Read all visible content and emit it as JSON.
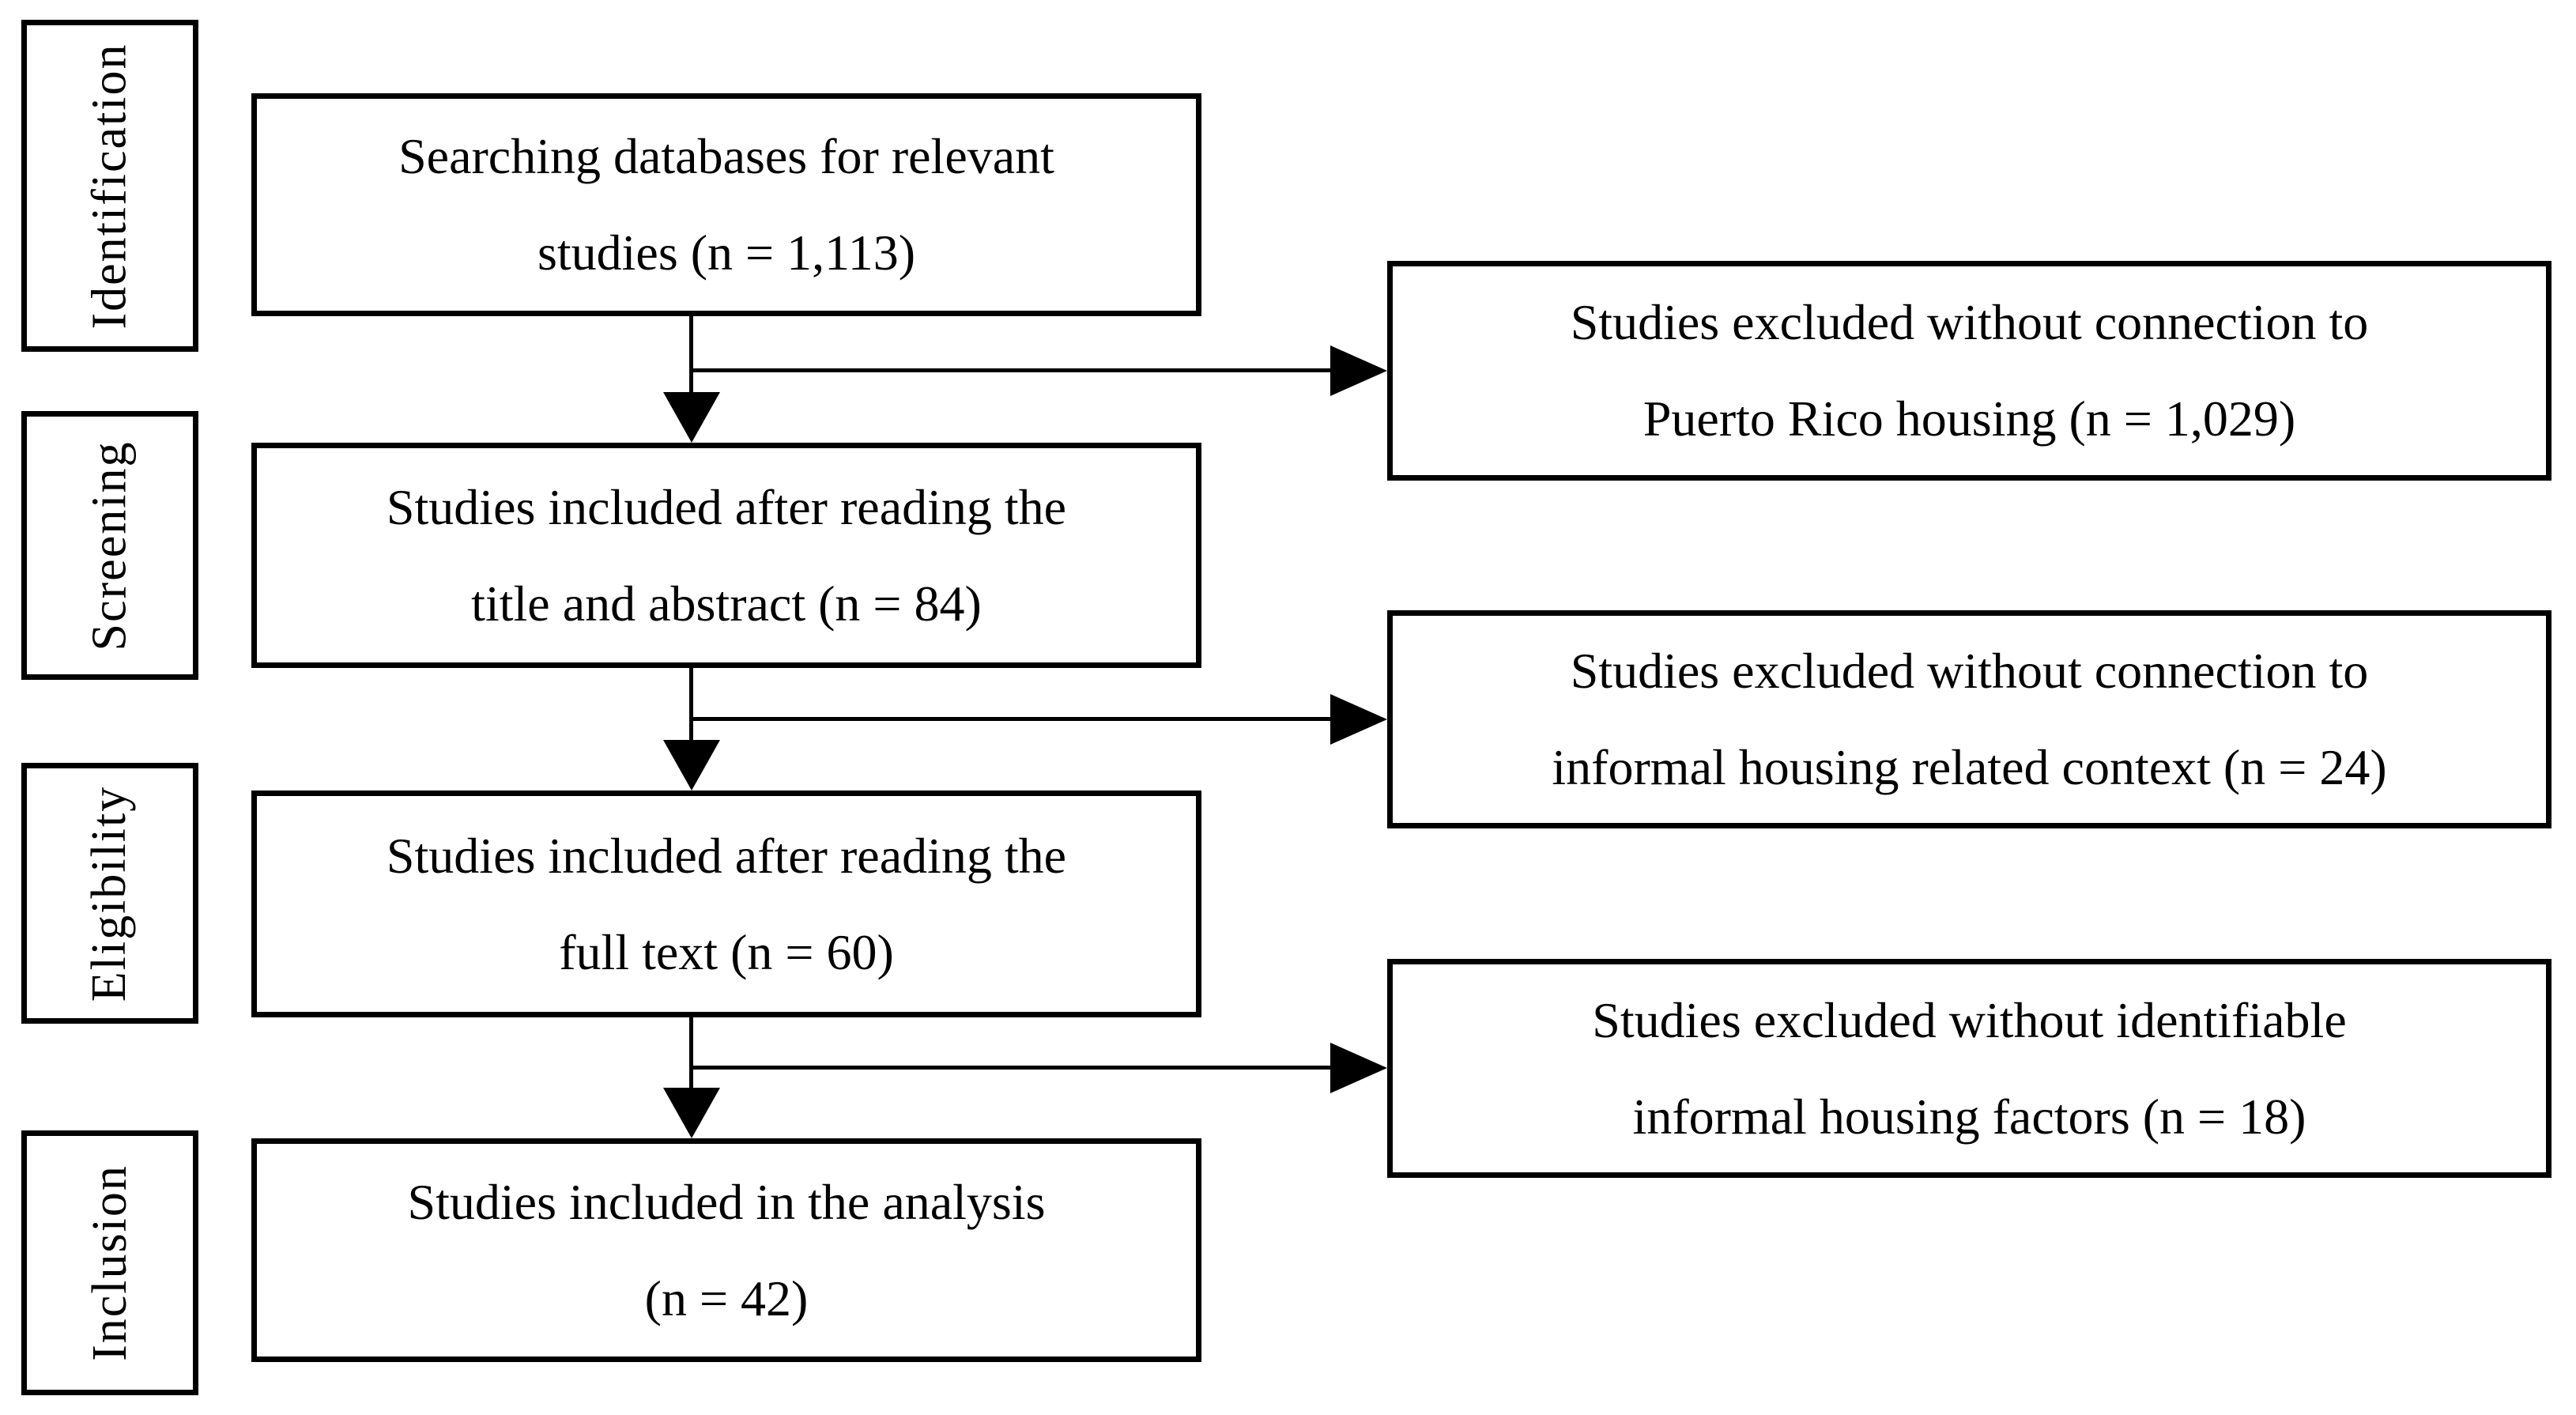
{
  "figure": {
    "type": "prisma-flow-diagram",
    "background_color": "#ffffff",
    "line_color": "#000000",
    "stages": [
      {
        "label": "Identification"
      },
      {
        "label": "Screening"
      },
      {
        "label": "Eligibility"
      },
      {
        "label": "Inclusion"
      }
    ],
    "flow_boxes": [
      {
        "lines": [
          "Searching databases for relevant",
          "studies (n = 1,113)"
        ],
        "n": "1,113"
      },
      {
        "lines": [
          "Studies included after reading the",
          "title and abstract (n = 84)"
        ],
        "n": "84"
      },
      {
        "lines": [
          "Studies included after reading the",
          "full text (n = 60)"
        ],
        "n": "60"
      },
      {
        "lines": [
          "Studies included in the analysis",
          "(n = 42)"
        ],
        "n": "42"
      }
    ],
    "exclusion_boxes": [
      {
        "lines": [
          "Studies excluded without connection to",
          "Puerto Rico housing (n = 1,029)"
        ],
        "n": "1,029"
      },
      {
        "lines": [
          "Studies excluded without connection to",
          "informal housing related context (n = 24)"
        ],
        "n": "24"
      },
      {
        "lines": [
          "Studies excluded without identifiable",
          "informal housing factors (n = 18)"
        ],
        "n": "18"
      }
    ]
  }
}
